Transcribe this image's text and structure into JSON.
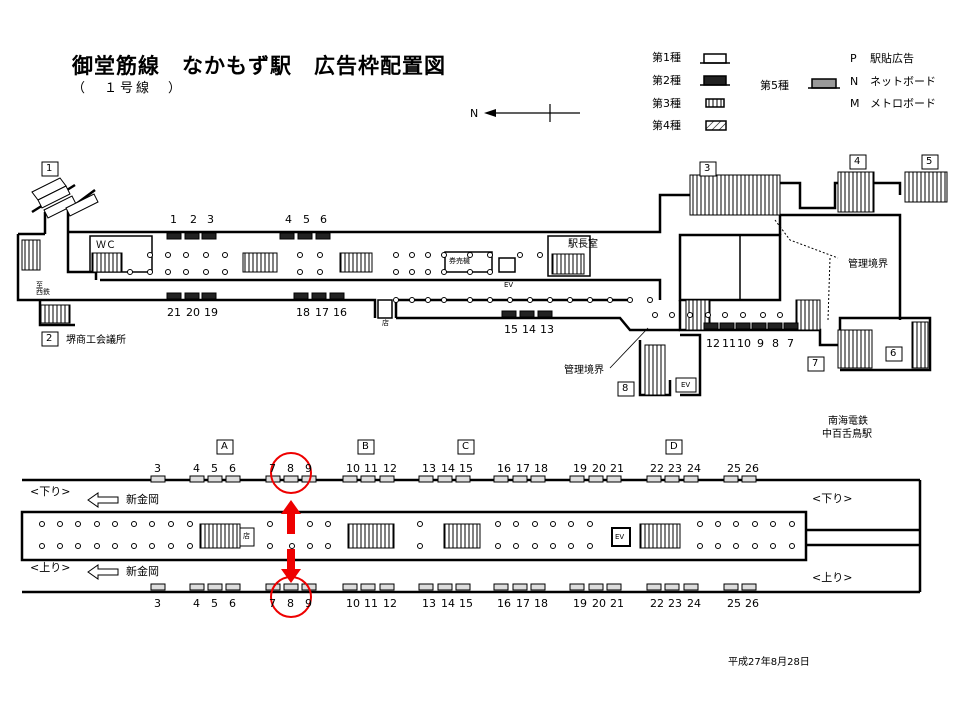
{
  "title": "御堂筋線　なかもず駅　広告枠配置図",
  "subtitle": "（　１号線　）",
  "compass": "N",
  "legend": {
    "type1": "第1種",
    "type2": "第2種",
    "type3": "第3種",
    "type4": "第4種",
    "type5": "第5種",
    "p_letter": "P",
    "p_label": "駅貼広告",
    "n_letter": "N",
    "n_label": "ネットボード",
    "m_letter": "M",
    "m_label": "メトロボード"
  },
  "concourse": {
    "exits": [
      "1",
      "2",
      "3",
      "4",
      "5",
      "6",
      "7",
      "8"
    ],
    "wc": "ＷＣ",
    "ticket_machine": "券売機",
    "ev": "EV",
    "station_office": "駅長室",
    "shop": "店",
    "exit2_side": "堺商工会議所",
    "exit1_side": "至\n西鉄",
    "mgmt_boundary": "管理境界",
    "nankai": "南海電鉄",
    "nankai_station": "中百舌鳥駅",
    "top_ad_nums": [
      "1",
      "2",
      "3",
      "4",
      "5",
      "6"
    ],
    "bottom_left_ad_nums": [
      "21",
      "20",
      "19",
      "18",
      "17",
      "16"
    ],
    "bottom_mid_ad_nums": [
      "15",
      "14",
      "13"
    ],
    "right_ad_nums": [
      "12",
      "11",
      "10",
      "9",
      "8",
      "7"
    ]
  },
  "platform": {
    "sections": [
      "A",
      "B",
      "C",
      "D"
    ],
    "down_label": "<下り>",
    "up_label": "<上り>",
    "down_label_right": "<下り>",
    "up_label_right": "<上り>",
    "destination": "新金岡",
    "ad_nums": [
      "3",
      "4",
      "5",
      "6",
      "7",
      "8",
      "9",
      "10",
      "11",
      "12",
      "13",
      "14",
      "15",
      "16",
      "17",
      "18",
      "19",
      "20",
      "21",
      "22",
      "23",
      "24",
      "25",
      "26"
    ],
    "highlight": "8",
    "shop": "店",
    "ev": "EV"
  },
  "date": "平成27年8月28日"
}
